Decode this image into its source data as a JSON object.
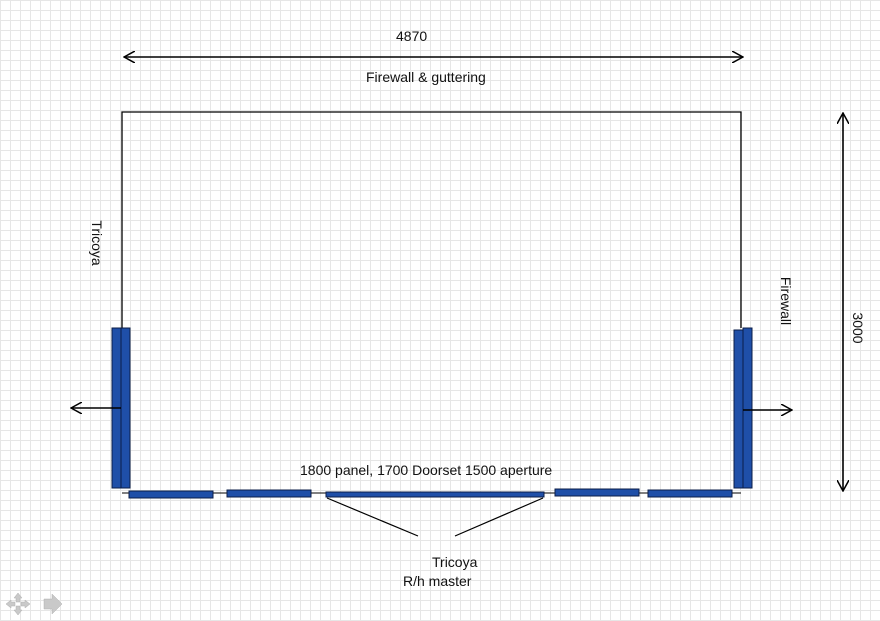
{
  "diagram": {
    "width_dimension": "4870",
    "depth_dimension": "3000",
    "top_wall_label": "Firewall & guttering",
    "left_wall_label": "Tricoya",
    "right_wall_label": "Firewall",
    "front_opening_label": "1800 panel, 1700 Doorset 1500 aperture",
    "door_label_line1": "Tricoya",
    "door_label_line2": "R/h master"
  },
  "colors": {
    "panel_fill": "#1f4fa8",
    "panel_stroke": "#0b1d47",
    "line": "#000000"
  },
  "nav": {
    "pan_icon": "move-arrows-icon",
    "next_icon": "right-arrow-icon"
  }
}
